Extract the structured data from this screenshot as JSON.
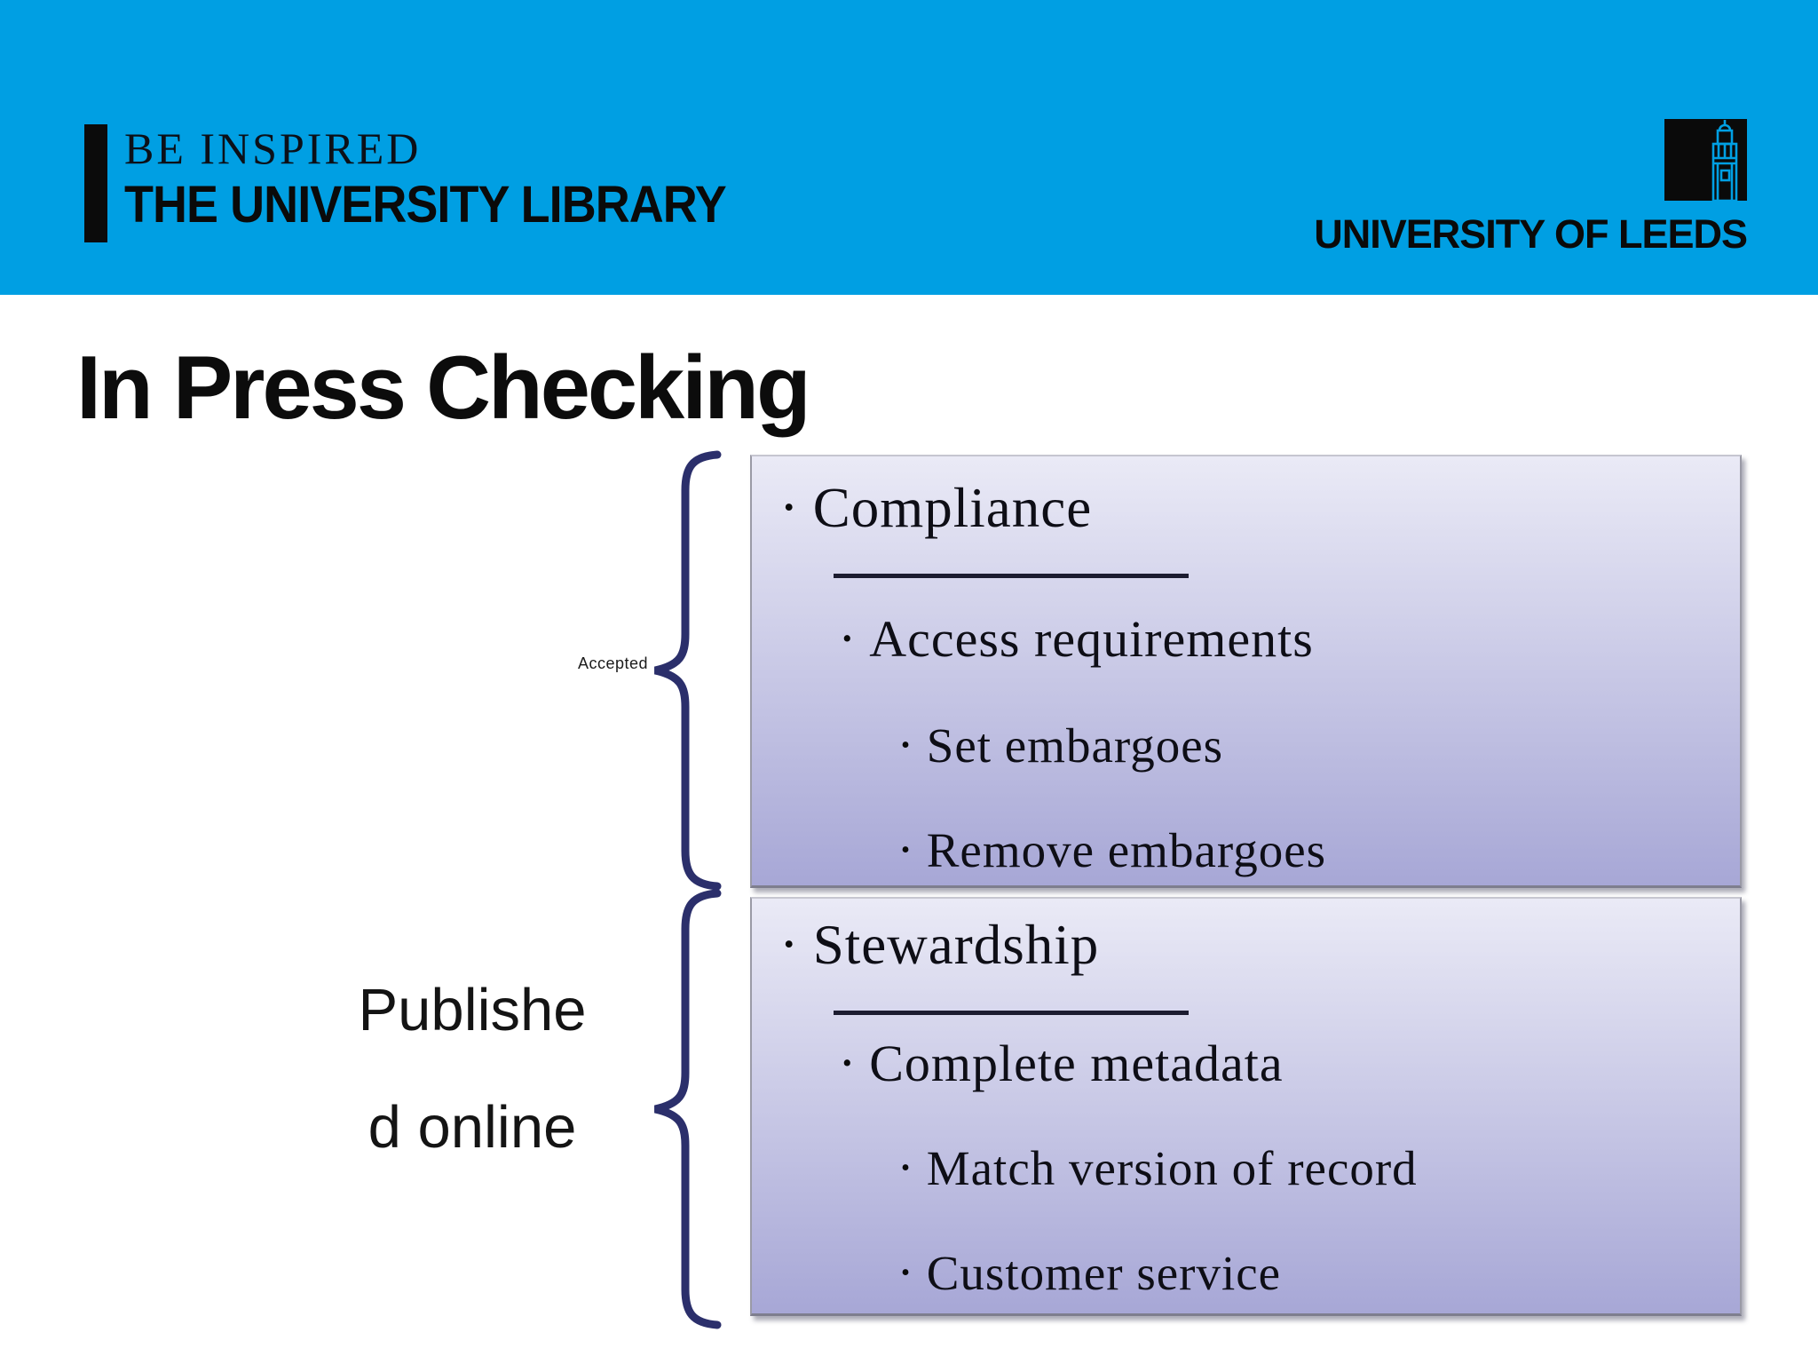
{
  "theme": {
    "banner-color": "#009FE3",
    "brace-color": "#2B2F6B",
    "box-grad-top": "#EAEAF6",
    "box-grad-bottom": "#A7A7D6",
    "underline-color": "#1C1C30"
  },
  "banner": {
    "library_brand_line1": "BE INSPIRED",
    "library_brand_line2": "THE UNIVERSITY LIBRARY",
    "university_name": "UNIVERSITY OF LEEDS",
    "tower_icon": "parkinson-tower-icon"
  },
  "title": "In Press Checking",
  "glyphs": {
    "bullet": "•"
  },
  "annotations": {
    "accepted_label": "Accepted",
    "published_label_line1": "Publishe",
    "published_label_line2": "d online"
  },
  "boxes": [
    {
      "heading": "Compliance",
      "items": [
        {
          "level": 2,
          "text": "Access requirements"
        },
        {
          "level": 3,
          "text": "Set embargoes"
        },
        {
          "level": 3,
          "text": "Remove embargoes"
        }
      ]
    },
    {
      "heading": "Stewardship",
      "items": [
        {
          "level": 2,
          "text": "Complete metadata"
        },
        {
          "level": 3,
          "text": "Match version of record"
        },
        {
          "level": 3,
          "text": "Customer service"
        }
      ]
    }
  ]
}
